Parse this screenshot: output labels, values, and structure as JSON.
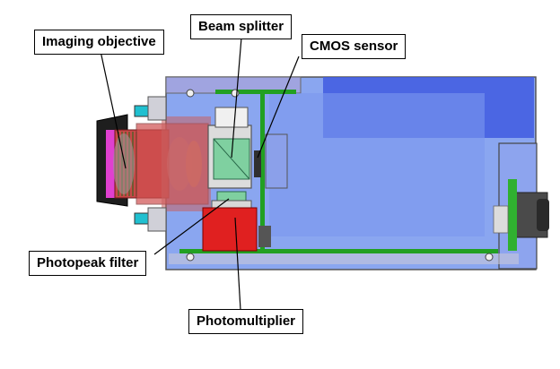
{
  "labels": {
    "imaging_objective": "Imaging objective",
    "beam_splitter": "Beam splitter",
    "cmos_sensor": "CMOS sensor",
    "photopeak_filter": "Photopeak filter",
    "photomultiplier": "Photomultiplier"
  },
  "colors": {
    "housing": "#7f9ff0",
    "housing_top": "#9aa8e6",
    "dark_panel": "#3a55d8",
    "objective_red": "#d04a4a",
    "objective_barrel": "#1e1e1e",
    "magenta_ring": "#e040d0",
    "beam_splitter_green": "#7fd0a0",
    "photomultiplier_red": "#e02020",
    "pcb_green": "#20a020",
    "teal_part": "#20c0d0"
  }
}
